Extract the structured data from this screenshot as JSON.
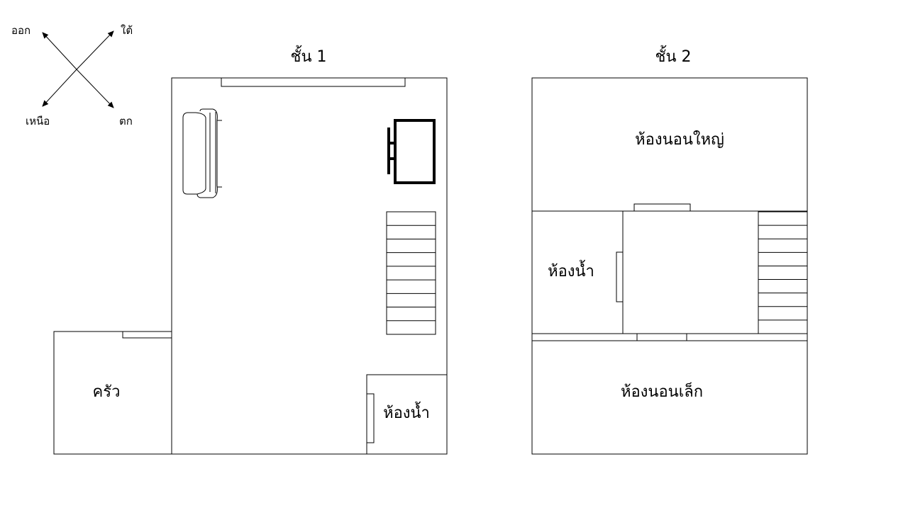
{
  "compass": {
    "northeast": "ออก",
    "northwest": "ใต้",
    "southwest": "เหนือ",
    "southeast": "ตก"
  },
  "floor1": {
    "title": "ชั้น 1",
    "kitchen": "ครัว",
    "bathroom": "ห้องน้ำ",
    "stair_steps": 9
  },
  "floor2": {
    "title": "ชั้น 2",
    "master_bedroom": "ห้องนอนใหญ่",
    "bathroom": "ห้องน้ำ",
    "small_bedroom": "ห้องนอนเล็ก",
    "stair_steps": 9
  }
}
